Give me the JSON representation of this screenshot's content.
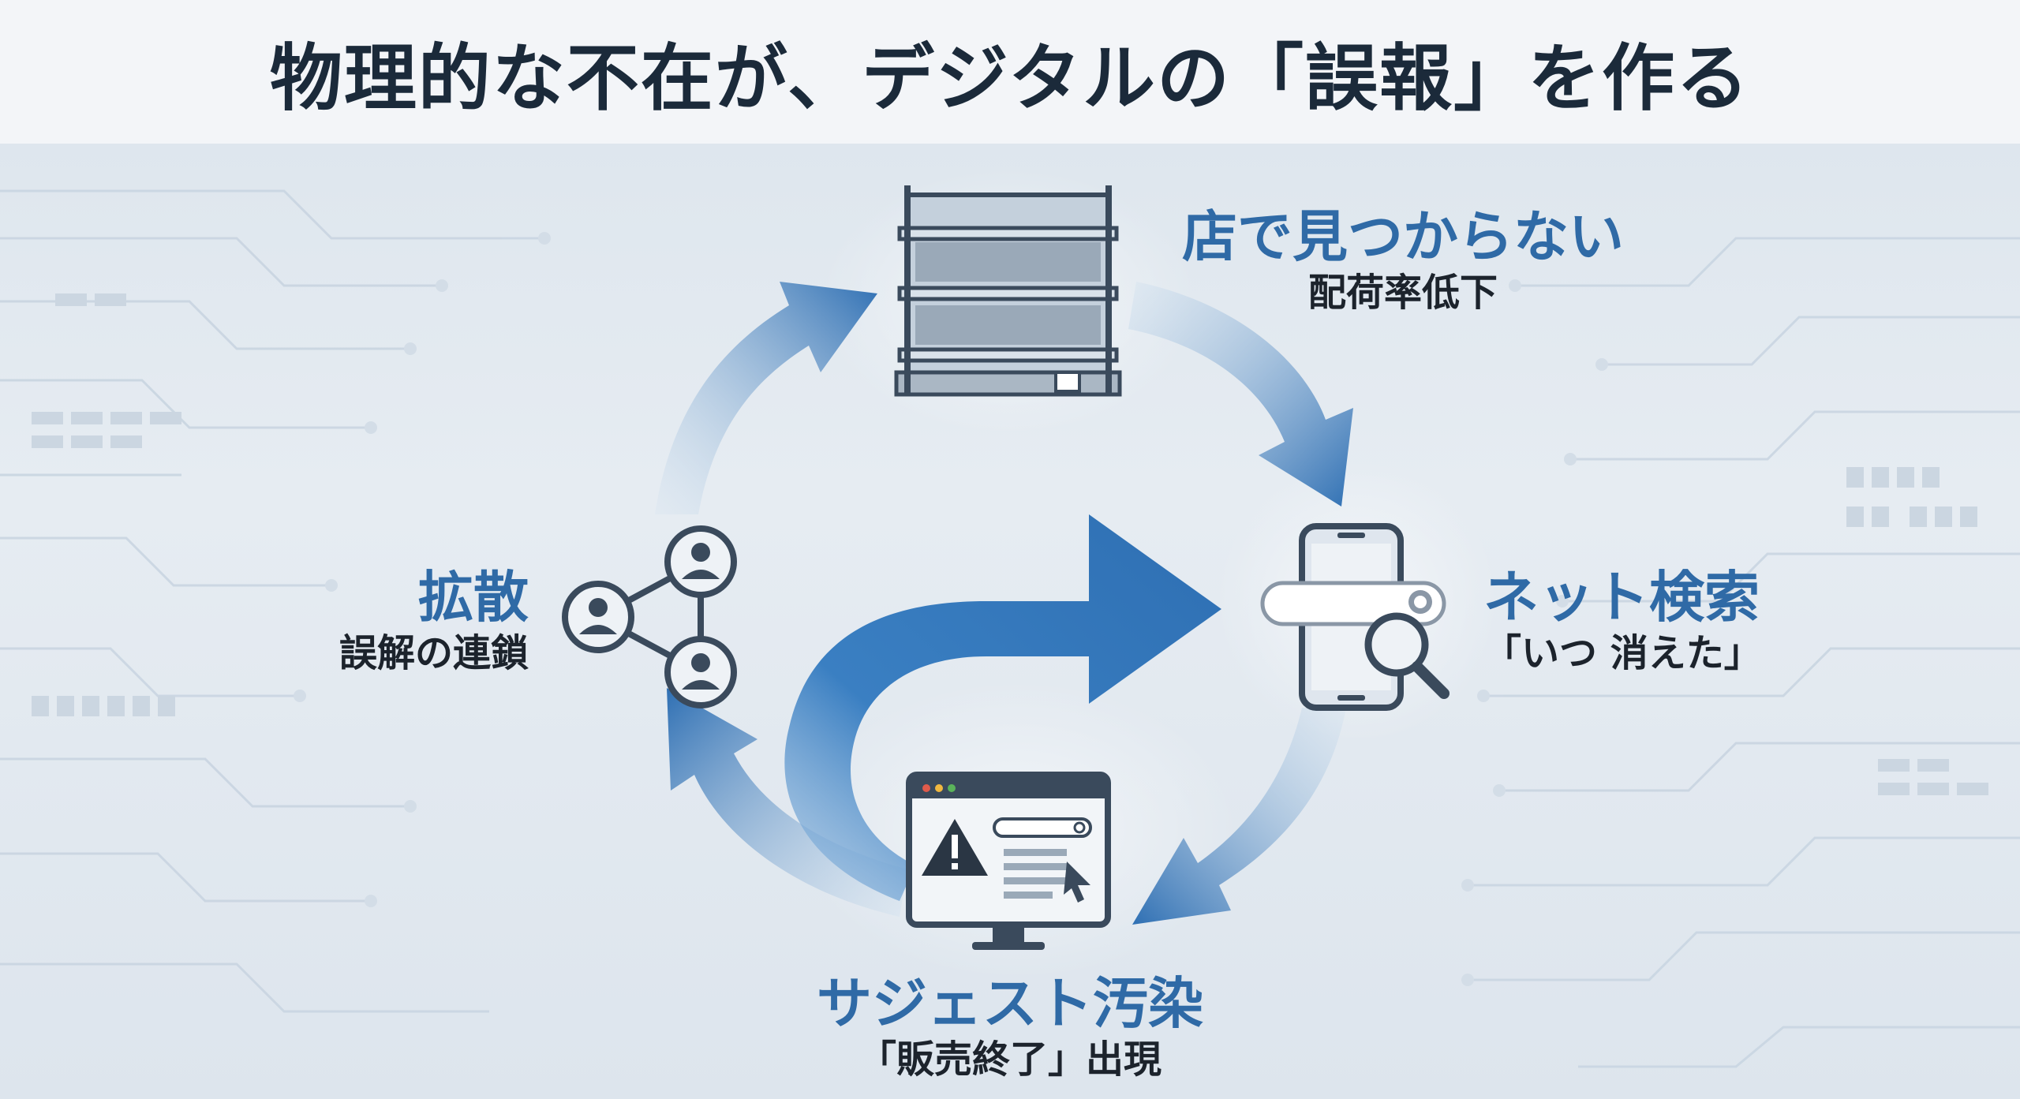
{
  "title": "物理的な不在が、デジタルの「誤報」を作る",
  "nodes": {
    "top": {
      "label": "店で見つからない",
      "sub": "配荷率低下",
      "icon": "empty-shelf-icon"
    },
    "right": {
      "label": "ネット検索",
      "sub": "「いつ 消えた」",
      "icon": "smartphone-search-icon"
    },
    "bottom": {
      "label": "サジェスト汚染",
      "sub": "「販売終了」出現",
      "icon": "warning-monitor-icon"
    },
    "left": {
      "label": "拡散",
      "sub": "誤解の連鎖",
      "icon": "share-network-icon"
    }
  },
  "colors": {
    "accent_blue": "#2f6aa6",
    "arrow_blue": "#2e6fb3",
    "dark_text": "#1c232c",
    "title_bg": "#f3f5f8"
  }
}
